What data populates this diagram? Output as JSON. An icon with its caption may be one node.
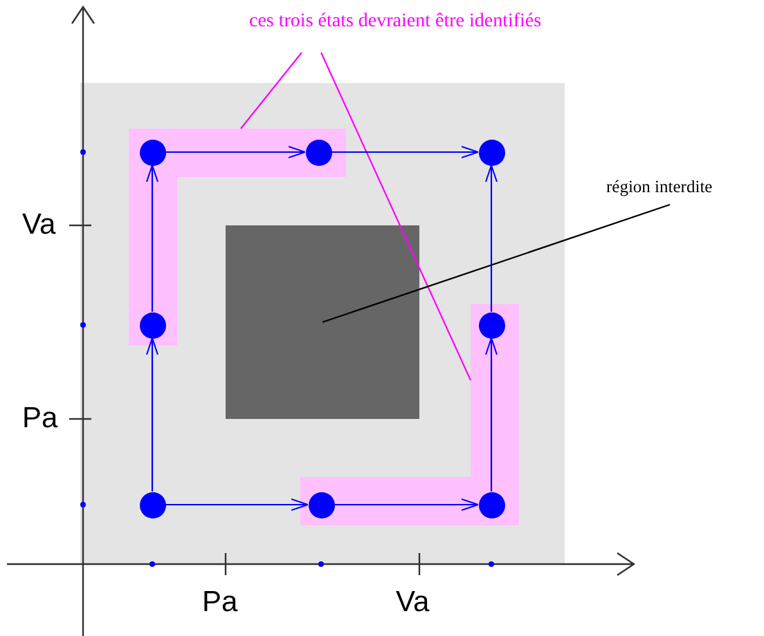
{
  "diagram": {
    "nodes": [
      {
        "text": [
          "ces trois états devraient être identifiés"
        ]
      },
      {
        "text": [
          "région interdite"
        ]
      },
      {
        "text": [],
        "shape": "band"
      },
      {
        "text": [],
        "shape": "band"
      },
      {
        "text": [],
        "shape": "box"
      },
      {
        "text": [],
        "shape": "circle",
        "in": 2
      },
      {
        "text": [],
        "shape": "circle",
        "in": 2
      },
      {
        "text": [],
        "shape": "circle"
      },
      {
        "text": [],
        "shape": "circle",
        "in": 2
      },
      {
        "text": [],
        "shape": "circle",
        "in": 3
      },
      {
        "text": [],
        "shape": "circle"
      },
      {
        "text": [],
        "shape": "circle",
        "in": 3
      },
      {
        "text": [],
        "shape": "circle",
        "in": 3
      }
    ],
    "edges": [
      {
        "from": 0,
        "to": 2,
        "arrow": "none",
        "color": "#ff00ff"
      },
      {
        "from": 0,
        "to": 3,
        "arrow": "none",
        "color": "#ff00ff"
      },
      {
        "from": 1,
        "to": 4,
        "arrow": "none",
        "color": "#000000"
      },
      {
        "from": 10,
        "to": 8,
        "arrow": "to"
      },
      {
        "from": 8,
        "to": 5,
        "arrow": "to"
      },
      {
        "from": 5,
        "to": 6,
        "arrow": "to"
      },
      {
        "from": 6,
        "to": 7,
        "arrow": "to"
      },
      {
        "from": 10,
        "to": 11,
        "arrow": "to"
      },
      {
        "from": 11,
        "to": 12,
        "arrow": "to"
      },
      {
        "from": 12,
        "to": 9,
        "arrow": "to"
      },
      {
        "from": 9,
        "to": 7,
        "arrow": "to"
      }
    ],
    "labels": [
      "Va",
      "Pa",
      "Pa",
      "Va"
    ]
  }
}
